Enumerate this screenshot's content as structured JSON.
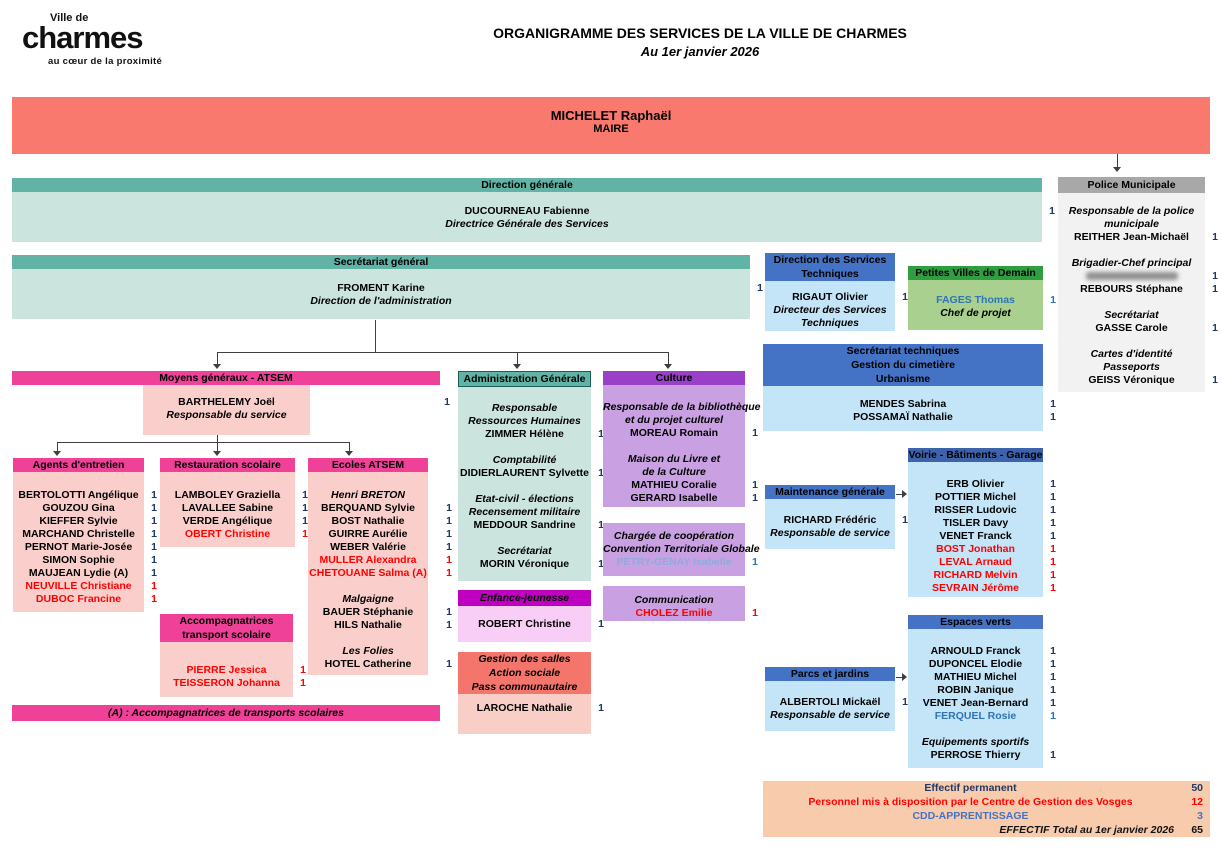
{
  "logo": {
    "top": "Ville de",
    "name": "charmes",
    "tagline": "au cœur de la proximité"
  },
  "header": {
    "title": "ORGANIGRAMME DES SERVICES DE LA VILLE DE CHARMES",
    "subtitle": "Au 1er janvier 2026"
  },
  "maire": {
    "name": "MICHELET Raphaël",
    "role": "MAIRE"
  },
  "section_bars": {
    "moyens": "Moyens généraux - ATSEM",
    "legend": "(A) : Accompagnatrices de transports scolaires"
  },
  "boxes": {
    "direction_generale": {
      "header": [
        "Direction générale"
      ],
      "rows": [
        {
          "t": "DUCOURNEAU Fabienne",
          "s": "n",
          "c": "1"
        },
        {
          "t": "Directrice Générale des Services",
          "s": "r"
        }
      ]
    },
    "police": {
      "header": [
        "Police Municipale"
      ],
      "rows": [
        {
          "t": "Responsable de la police",
          "s": "r"
        },
        {
          "t": "municipale",
          "s": "r"
        },
        {
          "t": "REITHER Jean-Michaël",
          "s": "n",
          "c": "1"
        },
        {
          "s": "g"
        },
        {
          "t": "Brigadier-Chef principal",
          "s": "r"
        },
        {
          "redacted": true,
          "s": "n",
          "c": "1"
        },
        {
          "t": "REBOURS Stéphane",
          "s": "n",
          "c": "1"
        },
        {
          "s": "g"
        },
        {
          "t": "Secrétariat",
          "s": "r"
        },
        {
          "t": "GASSE Carole",
          "s": "n",
          "c": "1"
        },
        {
          "s": "g"
        },
        {
          "t": "Cartes d'identité",
          "s": "r"
        },
        {
          "t": "Passeports",
          "s": "r"
        },
        {
          "t": "GEISS Véronique",
          "s": "n",
          "c": "1"
        }
      ]
    },
    "secretariat_general": {
      "header": [
        "Secrétariat général"
      ],
      "rows": [
        {
          "t": "FROMENT Karine",
          "s": "n",
          "c": "1"
        },
        {
          "t": "Direction de l'administration",
          "s": "r"
        }
      ]
    },
    "dst": {
      "header": [
        "Direction des Services",
        "Techniques"
      ],
      "rows": [
        {
          "t": "RIGAUT Olivier",
          "s": "n",
          "c": "1"
        },
        {
          "t": "Directeur des Services",
          "s": "r"
        },
        {
          "t": "Techniques",
          "s": "r"
        }
      ]
    },
    "pvd": {
      "header": [
        "Petites Villes de Demain"
      ],
      "rows": [
        {
          "t": "FAGES Thomas",
          "s": "n",
          "col": "blue",
          "c": "1"
        },
        {
          "t": "Chef de projet",
          "s": "r"
        }
      ]
    },
    "sec_tech": {
      "header": [
        "Secrétariat techniques",
        "Gestion du cimetière",
        "Urbanisme"
      ],
      "rows": [
        {
          "t": "MENDES Sabrina",
          "s": "n",
          "c": "1"
        },
        {
          "t": "POSSAMAÏ Nathalie",
          "s": "n",
          "c": "1"
        }
      ]
    },
    "barthelemy": {
      "rows": [
        {
          "t": "BARTHELEMY Joël",
          "s": "n",
          "c": "1"
        },
        {
          "t": "Responsable du service",
          "s": "r"
        }
      ]
    },
    "admin": {
      "header": [
        "Administration Générale"
      ],
      "rows": [
        {
          "t": "Responsable",
          "s": "r"
        },
        {
          "t": "Ressources Humaines",
          "s": "r"
        },
        {
          "t": "ZIMMER Hélène",
          "s": "n",
          "c": "1"
        },
        {
          "s": "g"
        },
        {
          "t": "Comptabilité",
          "s": "r"
        },
        {
          "t": "DIDIERLAURENT Sylvette",
          "s": "n",
          "c": "1"
        },
        {
          "s": "g"
        },
        {
          "t": "Etat-civil - élections",
          "s": "r"
        },
        {
          "t": "Recensement militaire",
          "s": "r"
        },
        {
          "t": "MEDDOUR Sandrine",
          "s": "n",
          "c": "1"
        },
        {
          "s": "g"
        },
        {
          "t": "Secrétariat",
          "s": "r"
        },
        {
          "t": "MORIN Véronique",
          "s": "n",
          "c": "1"
        }
      ]
    },
    "culture": {
      "header": [
        "Culture"
      ],
      "rows": [
        {
          "t": "Responsable de la bibliothèque",
          "s": "r"
        },
        {
          "t": "et du projet culturel",
          "s": "r"
        },
        {
          "t": "MOREAU Romain",
          "s": "n",
          "c": "1"
        },
        {
          "s": "g"
        },
        {
          "t": "Maison du Livre et",
          "s": "r"
        },
        {
          "t": "de la Culture",
          "s": "r"
        },
        {
          "t": "MATHIEU Coralie",
          "s": "n",
          "c": "1"
        },
        {
          "t": "GERARD Isabelle",
          "s": "n",
          "c": "1"
        }
      ]
    },
    "chargee": {
      "rows": [
        {
          "t": "Chargée de coopération",
          "s": "r"
        },
        {
          "t": "Convention Territoriale Globale",
          "s": "r"
        },
        {
          "t": "PETRY-GENAY Isabelle",
          "s": "n",
          "col": "lightblue",
          "c": "1"
        }
      ]
    },
    "communication": {
      "rows": [
        {
          "t": "Communication",
          "s": "r"
        },
        {
          "t": "CHOLEZ Emilie",
          "s": "n",
          "col": "red",
          "c": "1"
        }
      ]
    },
    "agents": {
      "header": [
        "Agents d'entretien"
      ],
      "rows": [
        {
          "t": "BERTOLOTTI Angélique",
          "s": "n",
          "c": "1"
        },
        {
          "t": "GOUZOU Gina",
          "s": "n",
          "c": "1"
        },
        {
          "t": "KIEFFER Sylvie",
          "s": "n",
          "c": "1"
        },
        {
          "t": "MARCHAND Christelle",
          "s": "n",
          "c": "1"
        },
        {
          "t": "PERNOT Marie-Josée",
          "s": "n",
          "c": "1"
        },
        {
          "t": "SIMON Sophie",
          "s": "n",
          "c": "1"
        },
        {
          "t": "MAUJEAN Lydie (A)",
          "s": "n",
          "c": "1"
        },
        {
          "t": "NEUVILLE Christiane",
          "s": "n",
          "col": "red",
          "c": "1"
        },
        {
          "t": "DUBOC Francine",
          "s": "n",
          "col": "red",
          "c": "1"
        }
      ]
    },
    "restauration": {
      "header": [
        "Restauration scolaire"
      ],
      "rows": [
        {
          "t": "LAMBOLEY Graziella",
          "s": "n",
          "c": "1"
        },
        {
          "t": "LAVALLEE Sabine",
          "s": "n",
          "c": "1"
        },
        {
          "t": "VERDE Angélique",
          "s": "n",
          "c": "1"
        },
        {
          "t": "OBERT Christine",
          "s": "n",
          "col": "red",
          "c": "1"
        }
      ]
    },
    "ecoles": {
      "header": [
        "Ecoles ATSEM"
      ],
      "rows": [
        {
          "t": "Henri BRETON",
          "s": "r"
        },
        {
          "t": "BERQUAND Sylvie",
          "s": "n",
          "c": "1"
        },
        {
          "t": "BOST Nathalie",
          "s": "n",
          "c": "1"
        },
        {
          "t": "GUIRRE Aurélie",
          "s": "n",
          "c": "1"
        },
        {
          "t": "WEBER Valérie",
          "s": "n",
          "c": "1"
        },
        {
          "t": "MULLER Alexandra",
          "s": "n",
          "col": "red",
          "c": "1"
        },
        {
          "t": "CHETOUANE Salma (A)",
          "s": "n",
          "col": "red",
          "c": "1"
        },
        {
          "s": "g"
        },
        {
          "t": "Malgaigne",
          "s": "r"
        },
        {
          "t": "BAUER Stéphanie",
          "s": "n",
          "c": "1"
        },
        {
          "t": "HILS Nathalie",
          "s": "n",
          "c": "1"
        },
        {
          "s": "g"
        },
        {
          "t": "Les Folies",
          "s": "r"
        },
        {
          "t": "HOTEL Catherine",
          "s": "n",
          "c": "1"
        }
      ]
    },
    "accompagnatrices": {
      "header": [
        "Accompagnatrices",
        "transport scolaire"
      ],
      "rows": [
        {
          "t": "PIERRE Jessica",
          "s": "n",
          "col": "red",
          "c": "1"
        },
        {
          "t": "TEISSERON Johanna",
          "s": "n",
          "col": "red",
          "c": "1"
        }
      ]
    },
    "enfance": {
      "header": [
        "Enfance-jeunesse"
      ],
      "rows": [
        {
          "t": "ROBERT Christine",
          "s": "n",
          "c": "1"
        }
      ]
    },
    "gestion_salles": {
      "header": [
        "Gestion des salles",
        "Action sociale",
        "Pass communautaire"
      ],
      "rows": [
        {
          "t": "LAROCHE Nathalie",
          "s": "n",
          "c": "1"
        }
      ]
    },
    "maintenance": {
      "header": [
        "Maintenance générale"
      ],
      "rows": [
        {
          "t": "RICHARD Frédéric",
          "s": "n",
          "c": "1"
        },
        {
          "t": "Responsable de service",
          "s": "r"
        }
      ]
    },
    "voirie": {
      "header": [
        "Voirie - Bâtiments - Garage"
      ],
      "rows": [
        {
          "t": "ERB Olivier",
          "s": "n",
          "c": "1"
        },
        {
          "t": "POTTIER Michel",
          "s": "n",
          "c": "1"
        },
        {
          "t": "RISSER Ludovic",
          "s": "n",
          "c": "1"
        },
        {
          "t": "TISLER Davy",
          "s": "n",
          "c": "1"
        },
        {
          "t": "VENET Franck",
          "s": "n",
          "c": "1"
        },
        {
          "t": "BOST Jonathan",
          "s": "n",
          "col": "red",
          "c": "1"
        },
        {
          "t": "LEVAL Arnaud",
          "s": "n",
          "col": "red",
          "c": "1"
        },
        {
          "t": "RICHARD Melvin",
          "s": "n",
          "col": "red",
          "c": "1"
        },
        {
          "t": "SEVRAIN Jérôme",
          "s": "n",
          "col": "red",
          "c": "1"
        }
      ]
    },
    "espaces_verts": {
      "header": [
        "Espaces verts"
      ],
      "rows": [
        {
          "t": "ARNOULD Franck",
          "s": "n",
          "c": "1"
        },
        {
          "t": "DUPONCEL Elodie",
          "s": "n",
          "c": "1"
        },
        {
          "t": "MATHIEU Michel",
          "s": "n",
          "c": "1"
        },
        {
          "t": "ROBIN Janique",
          "s": "n",
          "c": "1"
        },
        {
          "t": "VENET Jean-Bernard",
          "s": "n",
          "c": "1"
        },
        {
          "t": "FERQUEL Rosie",
          "s": "n",
          "col": "blue",
          "c": "1"
        },
        {
          "s": "g"
        },
        {
          "t": "Equipements sportifs",
          "s": "r"
        },
        {
          "t": "PERROSE Thierry",
          "s": "n",
          "c": "1"
        }
      ]
    },
    "parcs": {
      "header": [
        "Parcs et jardins"
      ],
      "rows": [
        {
          "t": "ALBERTOLI Mickaël",
          "s": "n",
          "c": "1"
        },
        {
          "t": "Responsable de service",
          "s": "r"
        }
      ]
    }
  },
  "totals": {
    "rows": [
      {
        "label": "Effectif permanent",
        "value": "50",
        "color": "navy",
        "align": "center"
      },
      {
        "label": "Personnel mis à disposition par le Centre de Gestion des Vosges",
        "value": "12",
        "color": "red",
        "align": "center"
      },
      {
        "label": "CDD-APPRENTISSAGE",
        "value": "3",
        "color": "blue",
        "align": "center"
      },
      {
        "label": "EFFECTIF Total au 1er janvier 2026",
        "value": "65",
        "color": "dark",
        "align": "right"
      }
    ]
  }
}
